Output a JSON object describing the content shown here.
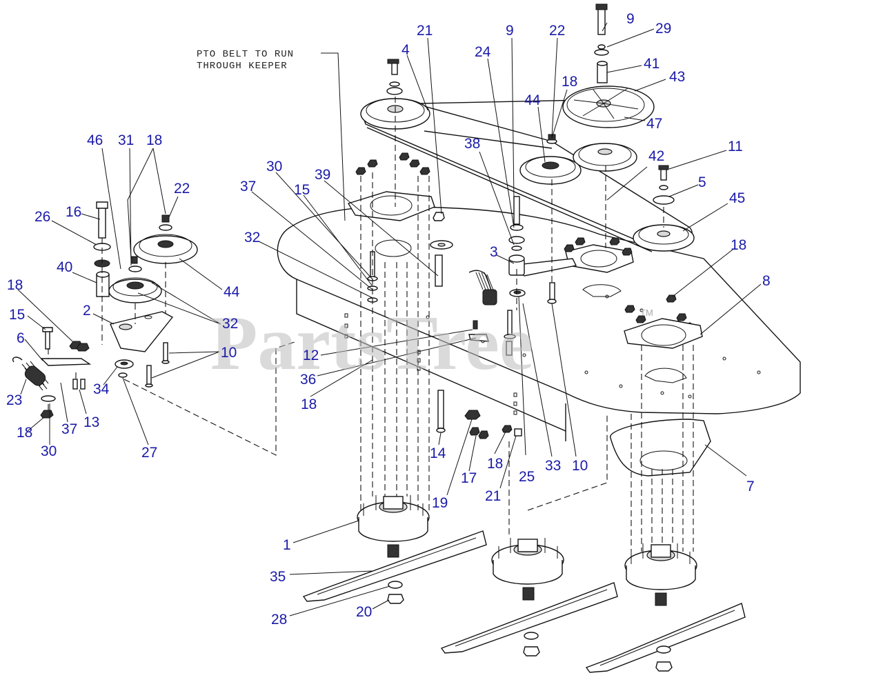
{
  "diagram": {
    "note": {
      "line1": "PTO BELT TO RUN",
      "line2": "THROUGH KEEPER"
    },
    "watermark": "PartsTree",
    "trademark": "TM",
    "callouts": [
      {
        "id": "c9a",
        "text": "9"
      },
      {
        "id": "c29",
        "text": "29"
      },
      {
        "id": "c41",
        "text": "41"
      },
      {
        "id": "c43",
        "text": "43"
      },
      {
        "id": "c21a",
        "text": "21"
      },
      {
        "id": "c4",
        "text": "4"
      },
      {
        "id": "c9b",
        "text": "9"
      },
      {
        "id": "c22a",
        "text": "22"
      },
      {
        "id": "c24",
        "text": "24"
      },
      {
        "id": "c18a",
        "text": "18"
      },
      {
        "id": "c44a",
        "text": "44"
      },
      {
        "id": "c47",
        "text": "47"
      },
      {
        "id": "c46",
        "text": "46"
      },
      {
        "id": "c31",
        "text": "31"
      },
      {
        "id": "c18b",
        "text": "18"
      },
      {
        "id": "c38",
        "text": "38"
      },
      {
        "id": "c11",
        "text": "11"
      },
      {
        "id": "c42",
        "text": "42"
      },
      {
        "id": "c22b",
        "text": "22"
      },
      {
        "id": "c30a",
        "text": "30"
      },
      {
        "id": "c39",
        "text": "39"
      },
      {
        "id": "c5",
        "text": "5"
      },
      {
        "id": "c37a",
        "text": "37"
      },
      {
        "id": "c16",
        "text": "16"
      },
      {
        "id": "c15a",
        "text": "15"
      },
      {
        "id": "c45",
        "text": "45"
      },
      {
        "id": "c26",
        "text": "26"
      },
      {
        "id": "c32a",
        "text": "32"
      },
      {
        "id": "c3",
        "text": "3"
      },
      {
        "id": "c18c",
        "text": "18"
      },
      {
        "id": "c40",
        "text": "40"
      },
      {
        "id": "c8",
        "text": "8"
      },
      {
        "id": "c44b",
        "text": "44"
      },
      {
        "id": "c18d",
        "text": "18"
      },
      {
        "id": "c2",
        "text": "2"
      },
      {
        "id": "c32b",
        "text": "32"
      },
      {
        "id": "c15b",
        "text": "15"
      },
      {
        "id": "c10a",
        "text": "10"
      },
      {
        "id": "c6",
        "text": "6"
      },
      {
        "id": "c12",
        "text": "12"
      },
      {
        "id": "c36",
        "text": "36"
      },
      {
        "id": "c34",
        "text": "34"
      },
      {
        "id": "c23",
        "text": "23"
      },
      {
        "id": "c13",
        "text": "13"
      },
      {
        "id": "c18e",
        "text": "18"
      },
      {
        "id": "c18f",
        "text": "18"
      },
      {
        "id": "c37b",
        "text": "37"
      },
      {
        "id": "c30b",
        "text": "30"
      },
      {
        "id": "c27",
        "text": "27"
      },
      {
        "id": "c14",
        "text": "14"
      },
      {
        "id": "c18g",
        "text": "18"
      },
      {
        "id": "c17",
        "text": "17"
      },
      {
        "id": "c33",
        "text": "33"
      },
      {
        "id": "c10b",
        "text": "10"
      },
      {
        "id": "c25",
        "text": "25"
      },
      {
        "id": "c21b",
        "text": "21"
      },
      {
        "id": "c19",
        "text": "19"
      },
      {
        "id": "c7",
        "text": "7"
      },
      {
        "id": "c1",
        "text": "1"
      },
      {
        "id": "c35",
        "text": "35"
      },
      {
        "id": "c20",
        "text": "20"
      },
      {
        "id": "c28",
        "text": "28"
      }
    ]
  }
}
